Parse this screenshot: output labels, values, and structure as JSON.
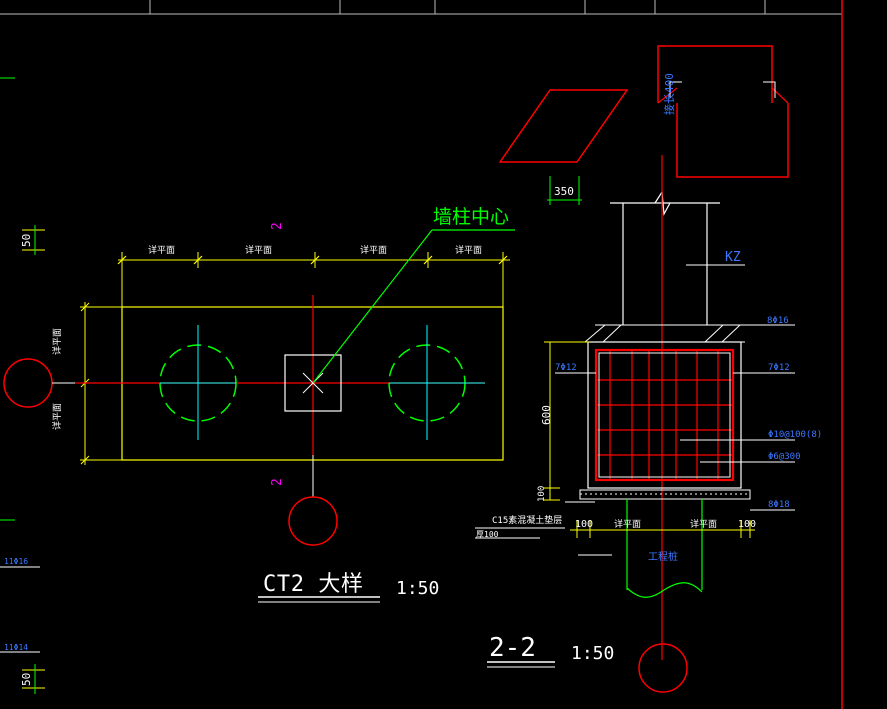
{
  "labels": {
    "wall_column_center": "墙柱中心",
    "ct2_title": "CT2 大样",
    "ct2_scale": "1:50",
    "section_title": "2-2",
    "section_scale": "1:50",
    "kz": "KZ",
    "dim_350": "350",
    "dim_600": "600",
    "dim_100_left": "100",
    "dim_100_right": "100",
    "dim_100_vertical": "100",
    "pile_cap_dim_a": "详平面",
    "pile_cap_dim_b": "详平面",
    "pile_cap_dim_c": "详平面",
    "pile_cap_dim_d": "详平面",
    "pile_cap_side_a": "详平面",
    "pile_cap_side_b": "详平面",
    "section_mark_top": "2",
    "section_mark_bottom": "2",
    "rebar_top": "8Φ16",
    "rebar_side_left": "7Φ12",
    "rebar_side_right": "7Φ12",
    "rebar_stirrup": "Φ10@100(8)",
    "rebar_tie": "Φ6@300",
    "rebar_bottom": "8Φ18",
    "c15_bedding": "C15素混凝土垫层",
    "bedding_note": "厚100",
    "pile_label": "工程桩",
    "pile_sec_dim_a": "详平面",
    "pile_sec_dim_b": "详平面",
    "rotated_label": "接长400",
    "left_dim_50_top": "50",
    "left_dim_50_bottom": "50",
    "left_rebar_a": "11Φ16",
    "left_rebar_b": "11Φ14"
  },
  "colors": {
    "background": "#000000",
    "red": "#ff0000",
    "green": "#00ff00",
    "yellow": "#ffff00",
    "cyan": "#00ffff",
    "white": "#ffffff",
    "blue": "#3c78ff",
    "magenta": "#ff00ff"
  }
}
